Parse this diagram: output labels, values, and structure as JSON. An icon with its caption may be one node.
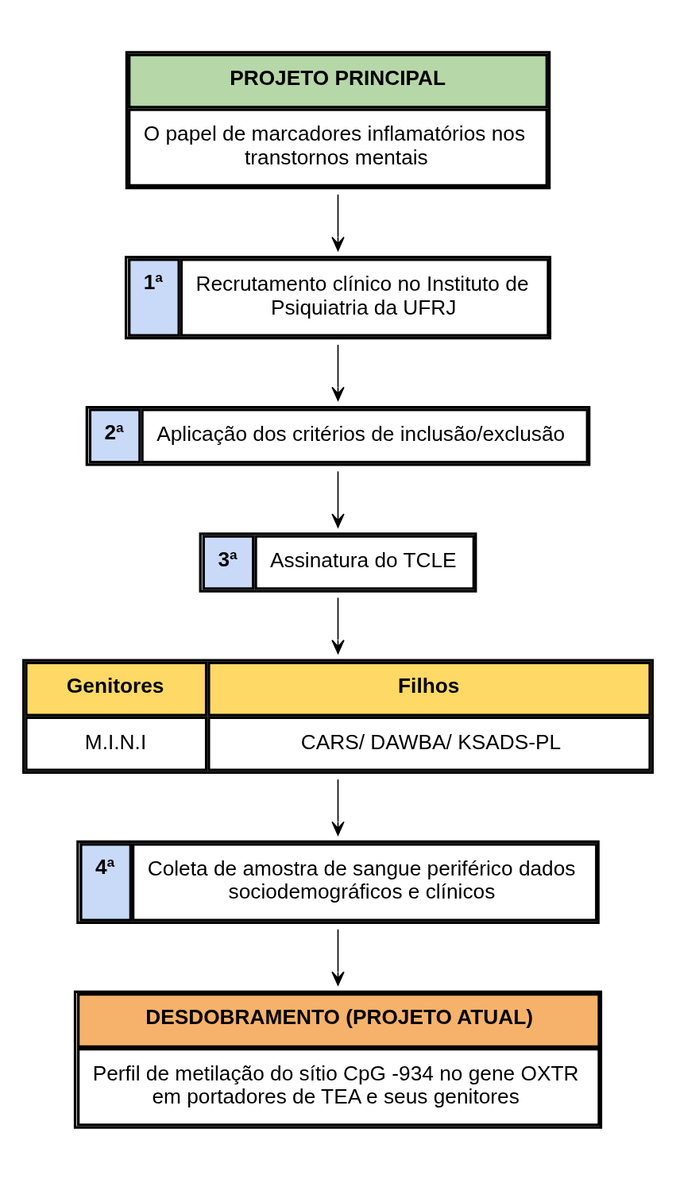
{
  "diagram": {
    "nodes": [
      {
        "text": [
          "PROJETO PRINCIPAL",
          "O papel de marcadores inflamatórios nos transtornos mentais"
        ]
      },
      {
        "text": [
          "1ª",
          "Recrutamento clínico no Instituto de Psiquiatria da UFRJ"
        ]
      },
      {
        "text": [
          "2ª",
          "Aplicação dos critérios de inclusão/exclusão"
        ]
      },
      {
        "text": [
          "3ª",
          "Assinatura do TCLE"
        ]
      },
      {
        "text": [
          "Genitores",
          "Filhos",
          "M.I.N.I",
          "CARS/ DAWBA/ KSADS-PL"
        ]
      },
      {
        "text": [
          "4ª",
          "Coleta de amostra de sangue periférico dados sociodemográficos e clínicos"
        ]
      },
      {
        "text": [
          "DESDOBRAMENTO (PROJETO ATUAL)",
          "Perfil de metilação do sítio CpG -934 no gene OXTR em portadores de TEA e seus genitores"
        ]
      }
    ],
    "edges": [
      {
        "from": 0,
        "to": 1,
        "arrow": "to"
      },
      {
        "from": 1,
        "to": 2,
        "arrow": "to"
      },
      {
        "from": 2,
        "to": 3,
        "arrow": "to"
      },
      {
        "from": 3,
        "to": 4,
        "arrow": "to"
      },
      {
        "from": 4,
        "to": 5,
        "arrow": "to"
      },
      {
        "from": 5,
        "to": 6,
        "arrow": "to"
      }
    ]
  }
}
